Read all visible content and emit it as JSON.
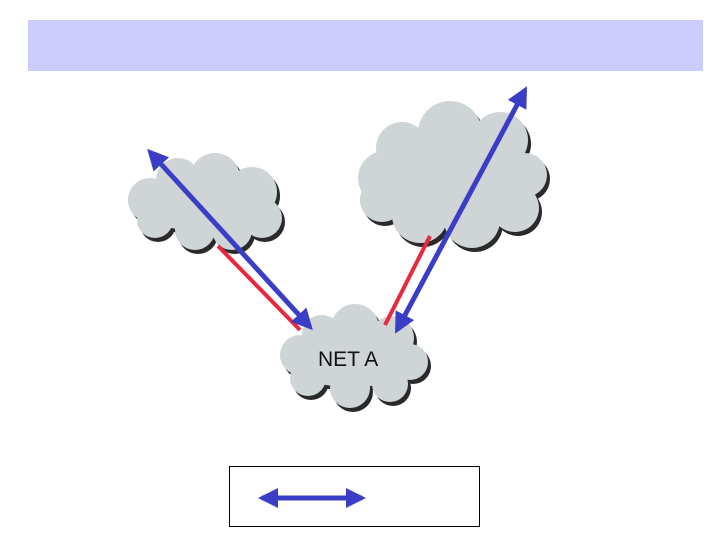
{
  "slide": {
    "title": ""
  },
  "diagram": {
    "clouds": [
      {
        "id": "left-cloud",
        "label": ""
      },
      {
        "id": "right-cloud",
        "label": ""
      },
      {
        "id": "net-a-cloud",
        "label": "NET A"
      }
    ],
    "links": [
      {
        "from": "left-cloud",
        "to": "net-a-cloud",
        "style": "red-line"
      },
      {
        "from": "net-a-cloud",
        "to": "left-cloud",
        "style": "blue-double-arrow"
      },
      {
        "from": "right-cloud",
        "to": "net-a-cloud",
        "style": "red-line"
      },
      {
        "from": "net-a-cloud",
        "to": "right-cloud",
        "style": "blue-double-arrow"
      }
    ],
    "colors": {
      "title_bar": "#ccccff",
      "cloud_fill": "#cfd4d7",
      "cloud_shadow": "#2a2a2a",
      "red_line": "#e8283c",
      "blue_arrow": "#3a3ec6"
    }
  },
  "legend": {
    "label": "",
    "icon": "double-arrow-icon"
  }
}
